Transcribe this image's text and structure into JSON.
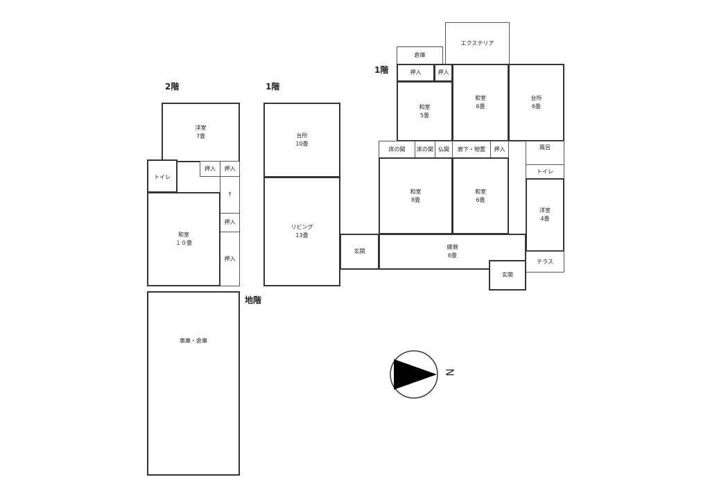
{
  "floors": {
    "second": "2階",
    "first_a": "1階",
    "first_b": "1階",
    "basement": "地階"
  },
  "building_a": {
    "western7": {
      "name": "洋室",
      "size": "7畳"
    },
    "toilet": "トイレ",
    "closet1": "押入",
    "closet2": "押入",
    "closet3": "押入",
    "closet4": "押入",
    "japanese10": {
      "name": "和室",
      "size": "１０畳"
    },
    "garage": "車庫・倉庫"
  },
  "building_b": {
    "kitchen": {
      "name": "台所",
      "size": "10畳"
    },
    "living": {
      "name": "リビング",
      "size": "13畳"
    }
  },
  "building_c": {
    "storage": "倉庫",
    "exterior": "エクステリア",
    "closet1": "押入",
    "closet2": "押入",
    "japanese5": {
      "name": "和室",
      "size": "5畳"
    },
    "japanese6a": {
      "name": "和室",
      "size": "6畳"
    },
    "kitchen": {
      "name": "台所",
      "size": "6畳"
    },
    "tokonoma1": "床の間",
    "tokonoma2": "床の間",
    "butsuma": "仏間",
    "hall": "廊下・物置",
    "closet3": "押入",
    "bath": "風呂",
    "toilet": "トイレ",
    "japanese8": {
      "name": "和室",
      "size": "8畳"
    },
    "japanese6b": {
      "name": "和室",
      "size": "6畳"
    },
    "western4": {
      "name": "洋室",
      "size": "4畳"
    },
    "engawa": {
      "name": "縁側",
      "size": "6畳"
    },
    "entrance1": "玄関",
    "entrance2": "玄関",
    "terrace": "テラス"
  },
  "compass": {
    "north": "N"
  }
}
